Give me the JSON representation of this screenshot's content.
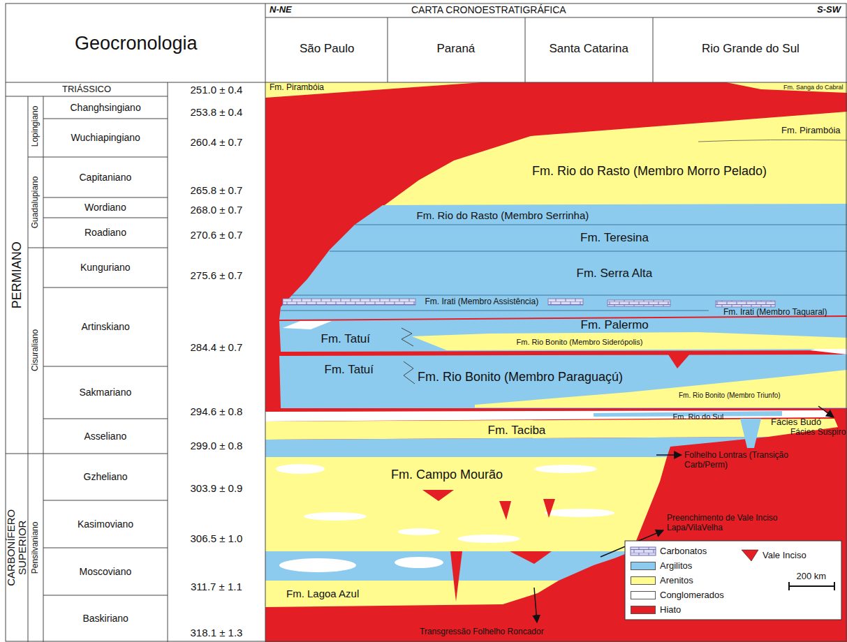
{
  "diagram": {
    "labels": [
      "Geocronologia",
      "N-NE",
      "CARTA CRONOESTRATIGRÁFICA",
      "S-SW",
      "São Paulo",
      "Paraná",
      "Santa Catarina",
      "Rio Grande do Sul",
      "TRIÁSSICO",
      "251.0 ± 0.4",
      "PERMIANO",
      "Lopingiano",
      "Changhsingiano",
      "253.8 ± 0.4",
      "Wuchiapingiano",
      "260.4 ± 0.7",
      "Guadalupiano",
      "Capitaniano",
      "265.8 ± 0.7",
      "Wordiano",
      "268.0 ± 0.7",
      "Roadiano",
      "270.6 ± 0.7",
      "Cisuraliano",
      "Kunguriano",
      "275.6 ± 0.7",
      "Artinskiano",
      "284.4 ± 0.7",
      "Sakmariano",
      "294.6 ± 0.8",
      "Asseliano",
      "299.0 ± 0.8",
      "CARBONÍFERO SUPERIOR",
      "Pensilvaniano",
      "Gzheliano",
      "303.9 ± 0.9",
      "Kasimoviano",
      "306.5 ± 1.0",
      "Moscoviano",
      "311.7 ± 1.1",
      "Baskiriano",
      "318.1 ± 1.3",
      "Fm. Pirambóia",
      "Fm. Sanga do Cabral",
      "Fm. Pirambóia",
      "Fm. Rio do Rasto (Membro Morro Pelado)",
      "Fm. Rio do Rasto (Membro Serrinha)",
      "Fm. Teresina",
      "Fm. Serra Alta",
      "Fm. Irati (Membro Assistência)",
      "Fm. Irati (Membro Taquaral)",
      "Fm. Tatuí",
      "Fm. Palermo",
      "Fm. Rio Bonito (Membro Siderópolis)",
      "Fm. Tatuí",
      "Fm. Rio Bonito (Membro Paraguaçú)",
      "Fm. Rio Bonito (Membro Triunfo)",
      "Fm. Rio do Sul",
      "Fácies Budó",
      "Fácies Suspiro",
      "Fm. Taciba",
      "Folhelho Lontras (Transição Carb/Perm)",
      "Fm. Campo Mourão",
      "Preenchimento de Vale Inciso Lapa/VilaVelha",
      "Fm. Lagoa Azul",
      "Transgressão Folhelho Roncador",
      "200 km"
    ],
    "legend": [
      {
        "text": "Carbonatos"
      },
      {
        "text": "Argilitos",
        "color": "#8dcbee"
      },
      {
        "text": "Arenitos",
        "color": "#fffb8f"
      },
      {
        "text": "Conglomerados",
        "color": "#ffffff"
      },
      {
        "text": "Hiato",
        "color": "#e31e24"
      },
      {
        "text": "Vale Inciso"
      }
    ]
  }
}
